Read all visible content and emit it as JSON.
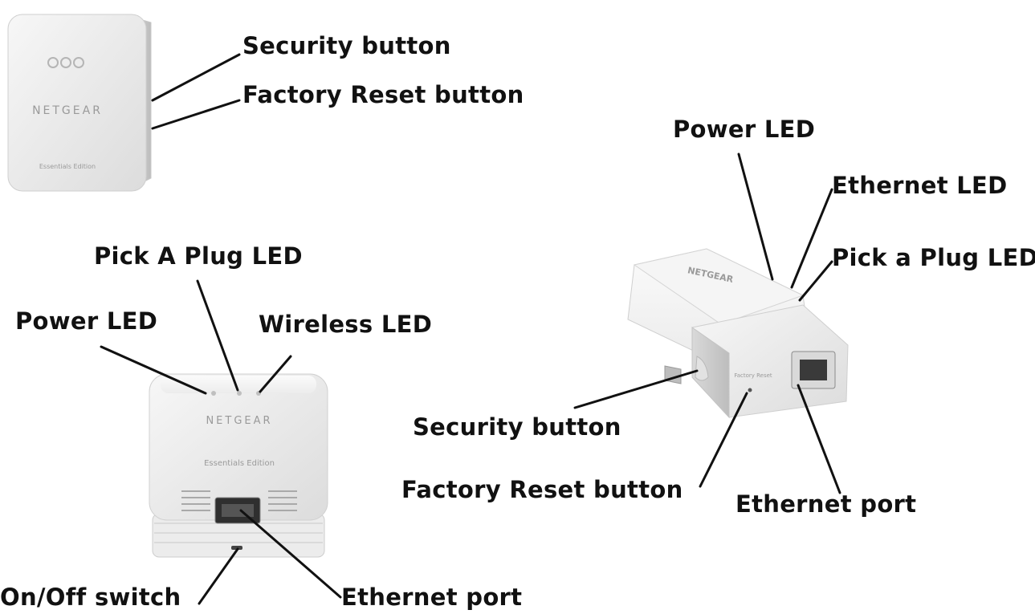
{
  "devices": [
    {
      "callouts": {
        "security": "Security button",
        "reset": "Factory Reset button"
      },
      "body_text": {
        "brand": "NETGEAR",
        "edition": "Essentials Edition"
      }
    },
    {
      "callouts": {
        "pick_a_plug_led": "Pick A Plug LED",
        "power_led": "Power LED",
        "wireless_led": "Wireless LED",
        "on_off_switch": "On/Off switch",
        "ethernet_port": "Ethernet port"
      },
      "body_text": {
        "brand": "NETGEAR",
        "edition": "Essentials Edition"
      }
    },
    {
      "callouts": {
        "power_led": "Power LED",
        "ethernet_led": "Ethernet LED",
        "pick_a_plug_led": "Pick a Plug LED",
        "security": "Security button",
        "reset": "Factory Reset button",
        "ethernet_port": "Ethernet port"
      },
      "body_text": {
        "brand": "NETGEAR",
        "reset_mark": "Factory Reset"
      }
    }
  ]
}
